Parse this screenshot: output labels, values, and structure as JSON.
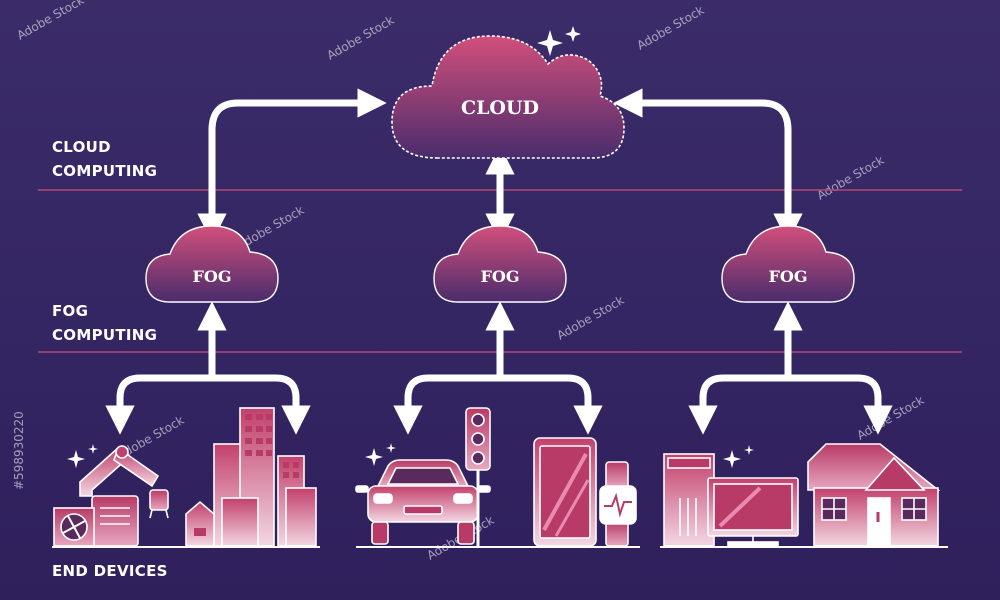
{
  "sections": {
    "cloud_line1": "CLOUD",
    "cloud_line2": "COMPUTING",
    "fog_line1": "FOG",
    "fog_line2": "COMPUTING",
    "end_devices": "END DEVICES"
  },
  "nodes": {
    "cloud": "CLOUD",
    "fog_left": "FOG",
    "fog_center": "FOG",
    "fog_right": "FOG"
  },
  "devices": {
    "left": [
      "robotic-arm-icon",
      "fan-unit-icon",
      "city-buildings-icon"
    ],
    "center": [
      "car-icon",
      "traffic-light-icon",
      "tablet-icon",
      "smartwatch-icon"
    ],
    "right": [
      "server-tower-icon",
      "desktop-monitor-icon",
      "house-icon"
    ]
  },
  "watermark": "Adobe Stock",
  "stock_id": "#598930220",
  "colors": {
    "background": "#3a2a66",
    "accent_pink": "#e0537a",
    "cloud_fill_top": "#c94a78",
    "divider": "#b04872",
    "arrow": "#ffffff"
  }
}
